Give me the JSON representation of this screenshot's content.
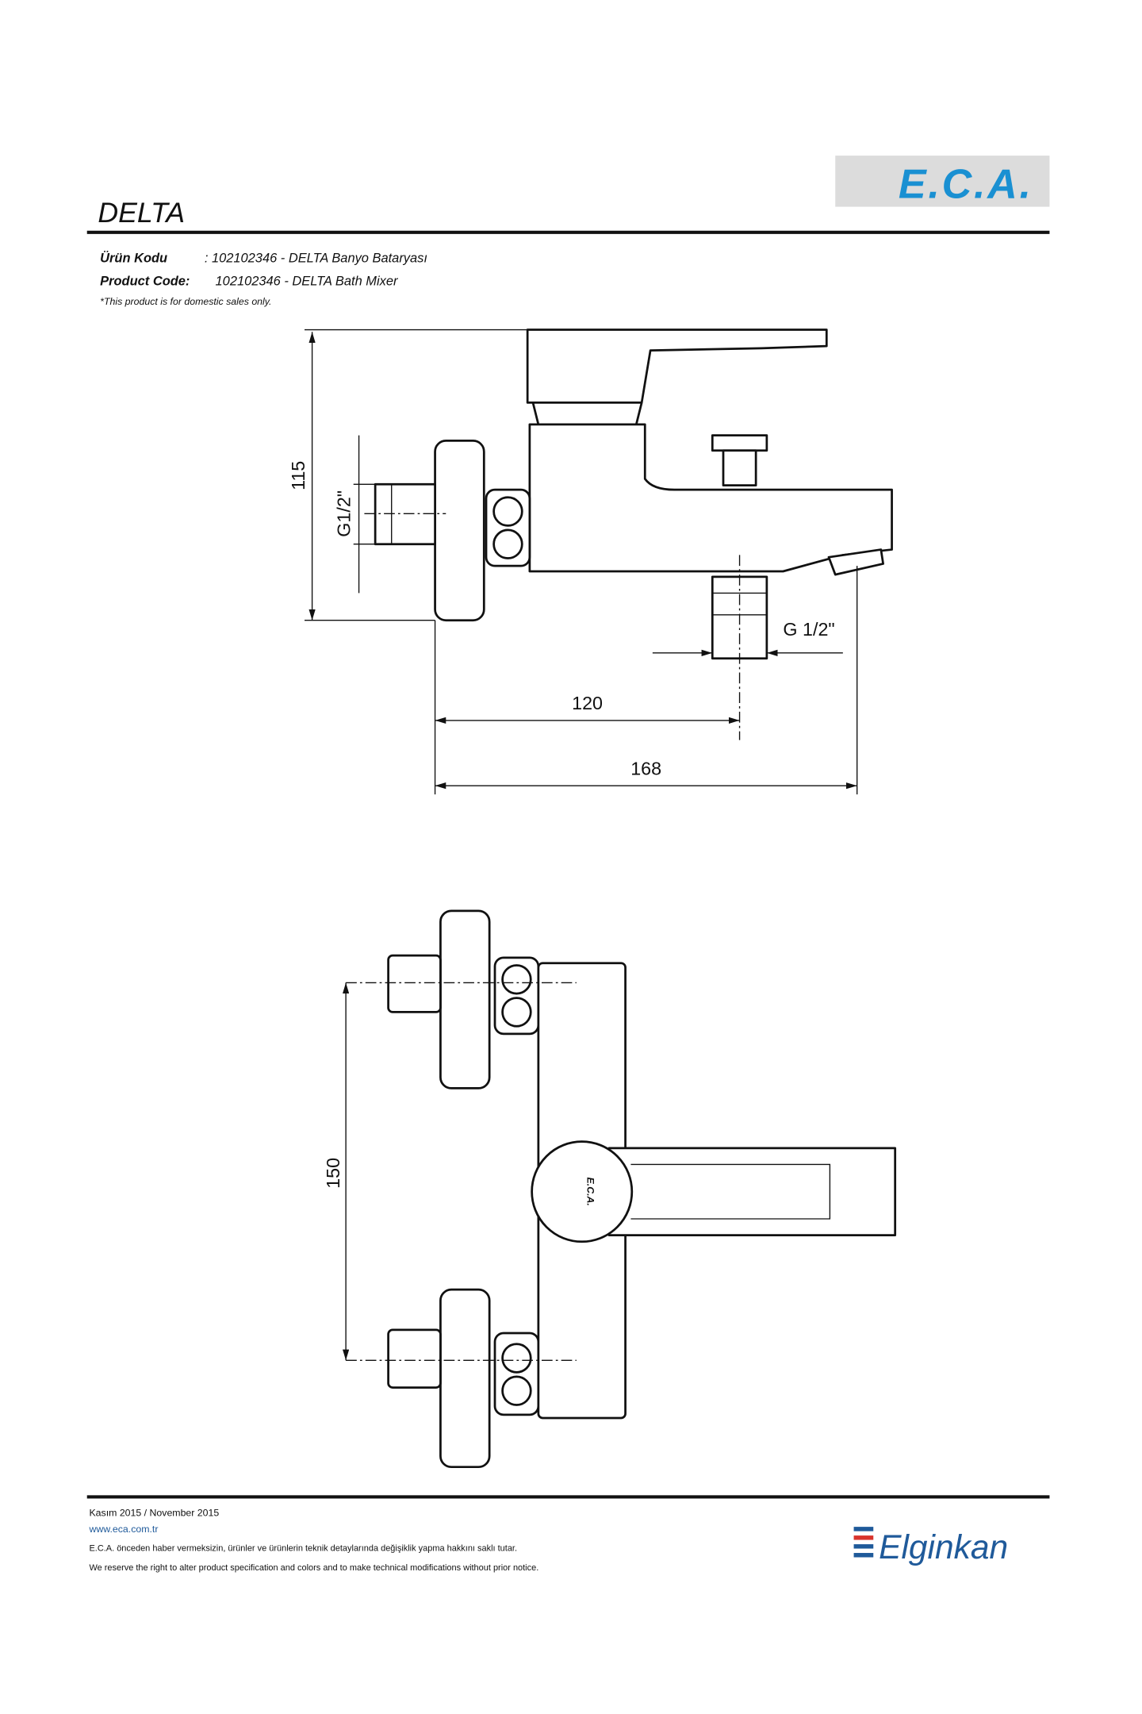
{
  "header": {
    "brand_logo": "E.C.A.",
    "title": "DELTA",
    "urun_kodu_label": "Ürün Kodu",
    "urun_kodu_value": ": 102102346 - DELTA Banyo Bataryası",
    "product_code_label": "Product Code:",
    "product_code_value": "102102346 - DELTA Bath Mixer",
    "note": "*This product is for domestic sales only."
  },
  "side_view": {
    "height_dim": "115",
    "inlet_thread": "G1/2\"",
    "outlet_thread": "G 1/2\"",
    "dim_120": "120",
    "dim_168": "168"
  },
  "front_view": {
    "spacing_dim": "150",
    "handle_logo": "E.C.A."
  },
  "footer": {
    "date": "Kasım 2015 / November 2015",
    "website": "www.eca.com.tr",
    "disclaimer_tr": "E.C.A. önceden haber vermeksizin, ürünler ve ürünlerin teknik detaylarında değişiklik yapma hakkını saklı tutar.",
    "disclaimer_en": "We reserve the right to alter product specification and colors and to make technical modifications without prior notice.",
    "partner_logo": "Elginkan"
  },
  "colors": {
    "eca_blue": "#1a90d2",
    "elginkan_blue": "#1f5a9a",
    "elginkan_red": "#d8342c"
  }
}
